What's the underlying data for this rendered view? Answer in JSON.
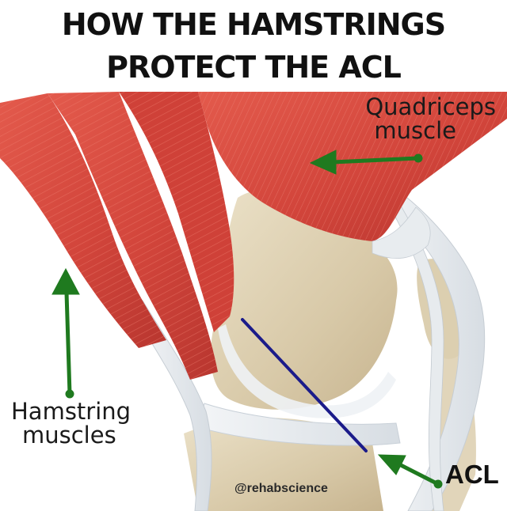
{
  "title": {
    "line1": "HOW THE HAMSTRINGS",
    "line2": "PROTECT THE ACL"
  },
  "labels": {
    "quadriceps_line1": "Quadriceps",
    "quadriceps_line2": "muscle",
    "hamstring_line1": "Hamstring",
    "hamstring_line2": "muscles",
    "acl": "ACL"
  },
  "watermark": "@rehabscience",
  "colors": {
    "muscle": "#d8483e",
    "bone": "#dccfb3",
    "cartilage": "#e9eef2",
    "arrow": "#1f7a1f",
    "acl_line": "#1b1b8a",
    "title_text": "#111111"
  },
  "icons": [
    "arrow-right-to-left",
    "arrow-up",
    "arrow-down-right"
  ]
}
